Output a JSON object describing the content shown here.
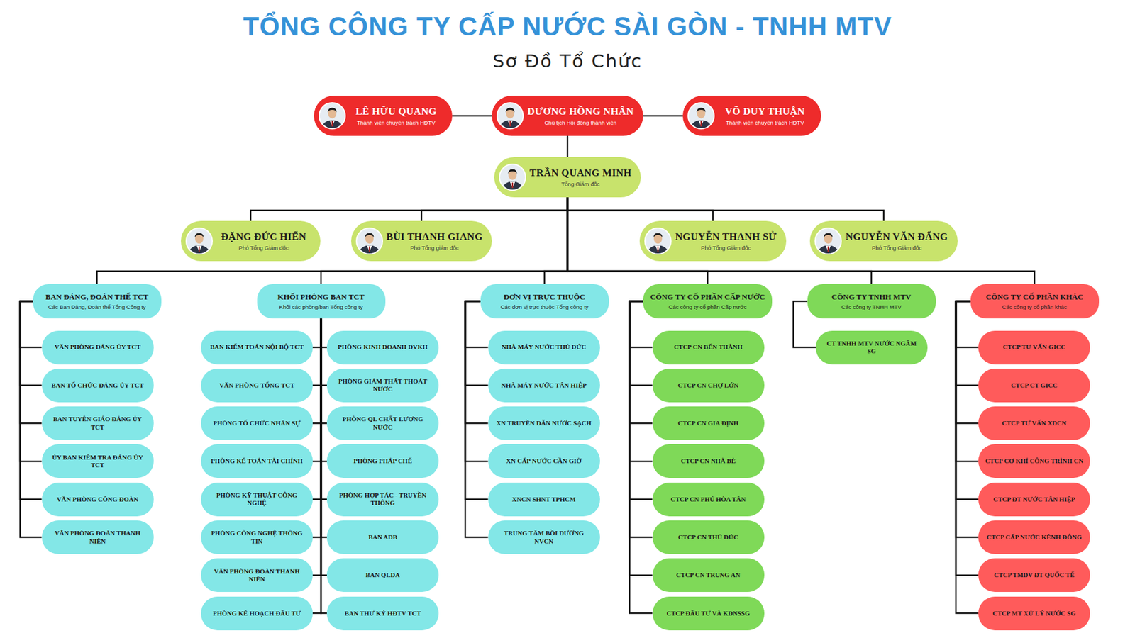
{
  "diagram": {
    "title": "TỔNG CÔNG TY CẤP NƯỚC SÀI GÒN - TNHH MTV",
    "nodes": [
      {
        "text": [
          "LÊ HỮU QUANG",
          "Thành viên chuyên trách HĐTV"
        ]
      },
      {
        "text": [
          "DƯƠNG HỒNG NHÂN",
          "Chủ tịch Hội đồng thành viên"
        ]
      },
      {
        "text": [
          "VÕ DUY THUẬN",
          "Thành viên chuyên trách HĐTV"
        ]
      },
      {
        "text": [
          "TRẦN QUANG MINH",
          "Tổng Giám đốc"
        ]
      },
      {
        "text": [
          "ĐẶNG ĐỨC HIỂN",
          "Phó Tổng Giám đốc"
        ]
      },
      {
        "text": [
          "BÙI THANH GIANG",
          "Phó Tổng giám đốc"
        ]
      },
      {
        "text": [
          "NGUYỄN THANH SỬ",
          "Phó Tổng Giám đốc"
        ]
      },
      {
        "text": [
          "NGUYỄN VĂN ĐẨNG",
          "Phó Tổng Giám đốc"
        ]
      },
      {
        "text": [
          "BAN ĐẢNG, ĐOÀN THỂ TCT",
          "Các Ban Đảng, Đoàn thể Tổng Công ty"
        ]
      },
      {
        "text": [
          "VĂN PHÒNG ĐẢNG ỦY TCT"
        ]
      },
      {
        "text": [
          "BAN TỔ CHỨC ĐẢNG ỦY TCT"
        ]
      },
      {
        "text": [
          "BAN TUYÊN GIÁO ĐẢNG ỦY TCT"
        ]
      },
      {
        "text": [
          "ỦY BAN KIỂM TRA ĐẢNG ỦY TCT"
        ]
      },
      {
        "text": [
          "VĂN PHÒNG CÔNG ĐOÀN"
        ]
      },
      {
        "text": [
          "VĂN PHÒNG ĐOÀN THANH NIÊN"
        ]
      },
      {
        "text": [
          "KHỐI PHÒNG BAN TCT",
          "Khối các phòng/ban Tổng công ty"
        ]
      },
      {
        "text": [
          "BAN KIỂM TOÁN NỘI BỘ TCT"
        ]
      },
      {
        "text": [
          "VĂN PHÒNG TỔNG TCT"
        ]
      },
      {
        "text": [
          "PHÒNG TỔ CHỨC NHÂN SỰ"
        ]
      },
      {
        "text": [
          "PHÒNG KẾ TOÁN TÀI CHÍNH"
        ]
      },
      {
        "text": [
          "PHÒNG KỸ THUẬT CÔNG NGHỆ"
        ]
      },
      {
        "text": [
          "PHÒNG CÔNG NGHỆ THÔNG TIN"
        ]
      },
      {
        "text": [
          "VĂN PHÒNG ĐOÀN THANH NIÊN"
        ]
      },
      {
        "text": [
          "PHÒNG KẾ HOẠCH ĐẦU TƯ"
        ]
      },
      {
        "text": [
          "PHÒNG KINH DOANH DVKH"
        ]
      },
      {
        "text": [
          "PHÒNG GIẢM THẤT THOÁT NƯỚC"
        ]
      },
      {
        "text": [
          "PHÒNG QL CHẤT LƯỢNG NƯỚC"
        ]
      },
      {
        "text": [
          "PHÒNG PHÁP CHẾ"
        ]
      },
      {
        "text": [
          "PHÒNG HỢP TÁC - TRUYỀN THÔNG"
        ]
      },
      {
        "text": [
          "BAN ADB"
        ]
      },
      {
        "text": [
          "BAN QLDA"
        ]
      },
      {
        "text": [
          "BAN THƯ KÝ HĐTV TCT"
        ]
      },
      {
        "text": [
          "ĐƠN VỊ TRỰC THUỘC",
          "Các đơn vị trực thuộc Tổng công ty"
        ]
      },
      {
        "text": [
          "NHÀ MÁY NƯỚC THỦ ĐỨC"
        ]
      },
      {
        "text": [
          "NHÀ MÁY NƯỚC TÂN HIỆP"
        ]
      },
      {
        "text": [
          "XN TRUYỀN DẪN NƯỚC SẠCH"
        ]
      },
      {
        "text": [
          "XN CẤP NƯỚC CẦN GIỜ"
        ]
      },
      {
        "text": [
          "XNCN SHNT TPHCM"
        ]
      },
      {
        "text": [
          "TRUNG TÂM BỒI DƯỠNG NVCN"
        ]
      },
      {
        "text": [
          "CÔNG TY CỔ PHẦN CẤP NƯỚC",
          "Các công ty cổ phần Cấp nước"
        ]
      },
      {
        "text": [
          "CTCP CN BẾN THÀNH"
        ]
      },
      {
        "text": [
          "CTCP CN CHỢ LỚN"
        ]
      },
      {
        "text": [
          "CTCP CN GIA ĐỊNH"
        ]
      },
      {
        "text": [
          "CTCP CN NHÀ BÈ"
        ]
      },
      {
        "text": [
          "CTCP CN PHÚ HÒA TÂN"
        ]
      },
      {
        "text": [
          "CTCP CN THỦ ĐỨC"
        ]
      },
      {
        "text": [
          "CTCP CN TRUNG AN"
        ]
      },
      {
        "text": [
          "CTCP ĐẦU TƯ VÀ KDNSSG"
        ]
      },
      {
        "text": [
          "CÔNG TY TNHH MTV",
          "Các công ty TNHH MTV"
        ]
      },
      {
        "text": [
          "CT TNHH MTV NƯỚC NGẦM SG"
        ]
      },
      {
        "text": [
          "CÔNG TY CỔ PHẦN KHÁC",
          "Các công ty cổ phần khác"
        ]
      },
      {
        "text": [
          "CTCP TƯ VẤN GICC"
        ]
      },
      {
        "text": [
          "CTCP CT GICC"
        ]
      },
      {
        "text": [
          "CTCP TƯ VẤN XDCN"
        ]
      },
      {
        "text": [
          "CTCP CƠ KHÍ CÔNG TRÌNH CN"
        ]
      },
      {
        "text": [
          "CTCP ĐT NƯỚC TÂN HIỆP"
        ]
      },
      {
        "text": [
          "CTCP CẤP NƯỚC KÊNH ĐÔNG"
        ]
      },
      {
        "text": [
          "CTCP TMDV ĐT QUỐC TẾ"
        ]
      },
      {
        "text": [
          "CTCP MT XỬ LÝ NƯỚC SG"
        ]
      }
    ],
    "edges": [
      {
        "from": 1,
        "to": 0,
        "arrow": "none"
      },
      {
        "from": 1,
        "to": 2,
        "arrow": "none"
      },
      {
        "from": 1,
        "to": 3,
        "arrow": "none"
      },
      {
        "from": 3,
        "to": 4,
        "arrow": "none"
      },
      {
        "from": 3,
        "to": 5,
        "arrow": "none"
      },
      {
        "from": 3,
        "to": 6,
        "arrow": "none"
      },
      {
        "from": 3,
        "to": 7,
        "arrow": "none"
      },
      {
        "from": 3,
        "to": 8,
        "arrow": "none"
      },
      {
        "from": 3,
        "to": 15,
        "arrow": "none"
      },
      {
        "from": 3,
        "to": 32,
        "arrow": "none"
      },
      {
        "from": 3,
        "to": 39,
        "arrow": "none"
      },
      {
        "from": 3,
        "to": 48,
        "arrow": "none"
      },
      {
        "from": 3,
        "to": 50,
        "arrow": "none"
      },
      {
        "from": 8,
        "to": 9,
        "arrow": "none"
      },
      {
        "from": 8,
        "to": 10,
        "arrow": "none"
      },
      {
        "from": 8,
        "to": 11,
        "arrow": "none"
      },
      {
        "from": 8,
        "to": 12,
        "arrow": "none"
      },
      {
        "from": 8,
        "to": 13,
        "arrow": "none"
      },
      {
        "from": 8,
        "to": 14,
        "arrow": "none"
      },
      {
        "from": 15,
        "to": 16,
        "arrow": "none"
      },
      {
        "from": 15,
        "to": 17,
        "arrow": "none"
      },
      {
        "from": 15,
        "to": 18,
        "arrow": "none"
      },
      {
        "from": 15,
        "to": 19,
        "arrow": "none"
      },
      {
        "from": 15,
        "to": 20,
        "arrow": "none"
      },
      {
        "from": 15,
        "to": 21,
        "arrow": "none"
      },
      {
        "from": 15,
        "to": 22,
        "arrow": "none"
      },
      {
        "from": 15,
        "to": 23,
        "arrow": "none"
      },
      {
        "from": 15,
        "to": 24,
        "arrow": "none"
      },
      {
        "from": 15,
        "to": 25,
        "arrow": "none"
      },
      {
        "from": 15,
        "to": 26,
        "arrow": "none"
      },
      {
        "from": 15,
        "to": 27,
        "arrow": "none"
      },
      {
        "from": 15,
        "to": 28,
        "arrow": "none"
      },
      {
        "from": 15,
        "to": 29,
        "arrow": "none"
      },
      {
        "from": 15,
        "to": 30,
        "arrow": "none"
      },
      {
        "from": 15,
        "to": 31,
        "arrow": "none"
      },
      {
        "from": 32,
        "to": 33,
        "arrow": "none"
      },
      {
        "from": 32,
        "to": 34,
        "arrow": "none"
      },
      {
        "from": 32,
        "to": 35,
        "arrow": "none"
      },
      {
        "from": 32,
        "to": 36,
        "arrow": "none"
      },
      {
        "from": 32,
        "to": 37,
        "arrow": "none"
      },
      {
        "from": 32,
        "to": 38,
        "arrow": "none"
      },
      {
        "from": 39,
        "to": 40,
        "arrow": "none"
      },
      {
        "from": 39,
        "to": 41,
        "arrow": "none"
      },
      {
        "from": 39,
        "to": 42,
        "arrow": "none"
      },
      {
        "from": 39,
        "to": 43,
        "arrow": "none"
      },
      {
        "from": 39,
        "to": 44,
        "arrow": "none"
      },
      {
        "from": 39,
        "to": 45,
        "arrow": "none"
      },
      {
        "from": 39,
        "to": 46,
        "arrow": "none"
      },
      {
        "from": 39,
        "to": 47,
        "arrow": "none"
      },
      {
        "from": 48,
        "to": 49,
        "arrow": "none"
      },
      {
        "from": 50,
        "to": 51,
        "arrow": "none"
      },
      {
        "from": 50,
        "to": 52,
        "arrow": "none"
      },
      {
        "from": 50,
        "to": 53,
        "arrow": "none"
      },
      {
        "from": 50,
        "to": 54,
        "arrow": "none"
      },
      {
        "from": 50,
        "to": 55,
        "arrow": "none"
      },
      {
        "from": 50,
        "to": 56,
        "arrow": "none"
      },
      {
        "from": 50,
        "to": 57,
        "arrow": "none"
      },
      {
        "from": 50,
        "to": 58,
        "arrow": "none"
      }
    ],
    "labels": [
      "Sơ Đồ Tổ Chức"
    ]
  }
}
